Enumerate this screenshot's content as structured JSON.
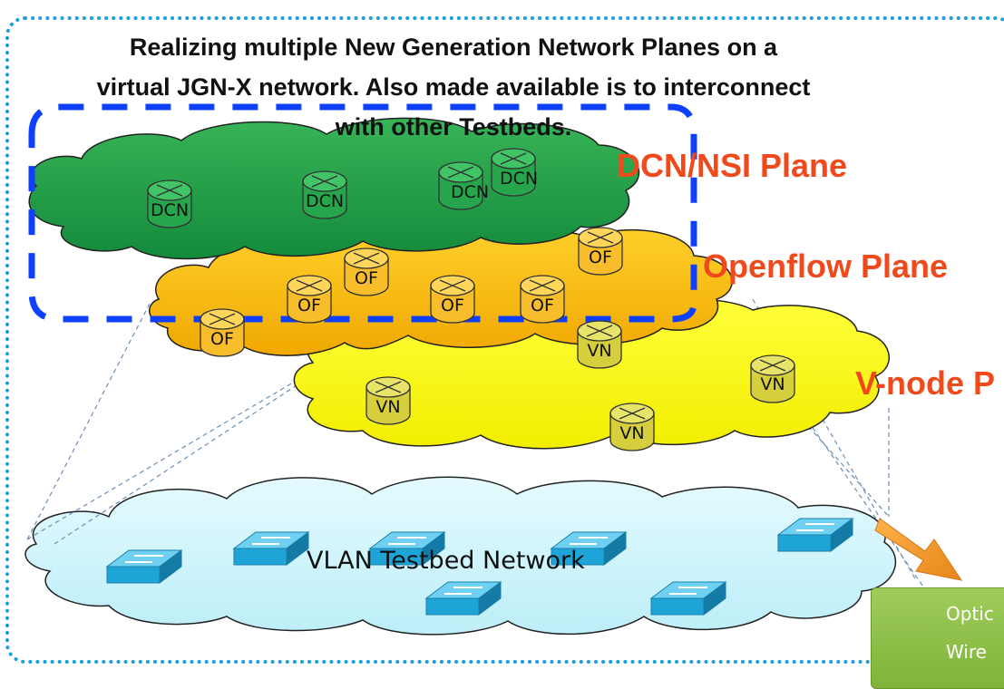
{
  "title_lines": [
    "Realizing multiple New Generation Network Planes on a",
    "virtual JGN-X network. Also made available is to interconnect",
    "with other Testbeds."
  ],
  "planes": {
    "dcn": "DCN/NSI Plane",
    "openflow": "Openflow Plane",
    "vnode": "V-node P"
  },
  "nodes": {
    "dcn": [
      "DCN",
      "DCN",
      "DCN",
      "DCN"
    ],
    "of": [
      "OF",
      "OF",
      "OF",
      "OF",
      "OF",
      "OF"
    ],
    "vn": [
      "VN",
      "VN",
      "VN",
      "VN"
    ]
  },
  "vlan_label": "VLAN Testbed Network",
  "optic_box": {
    "line1": "Optic",
    "line2": "Wire"
  },
  "colors": {
    "dcn_cloud": "#1aa34a",
    "openflow_cloud": "#fbbf00",
    "vnode_cloud": "#ffff00",
    "vlan_cloud": "#cdf3fb",
    "plane_label": "#f04a1c",
    "frame_dots": "#1a9fe0",
    "dcn_dashes": "#1040ff",
    "switch": "#1fa4d8",
    "arrow": "#f39a33"
  }
}
